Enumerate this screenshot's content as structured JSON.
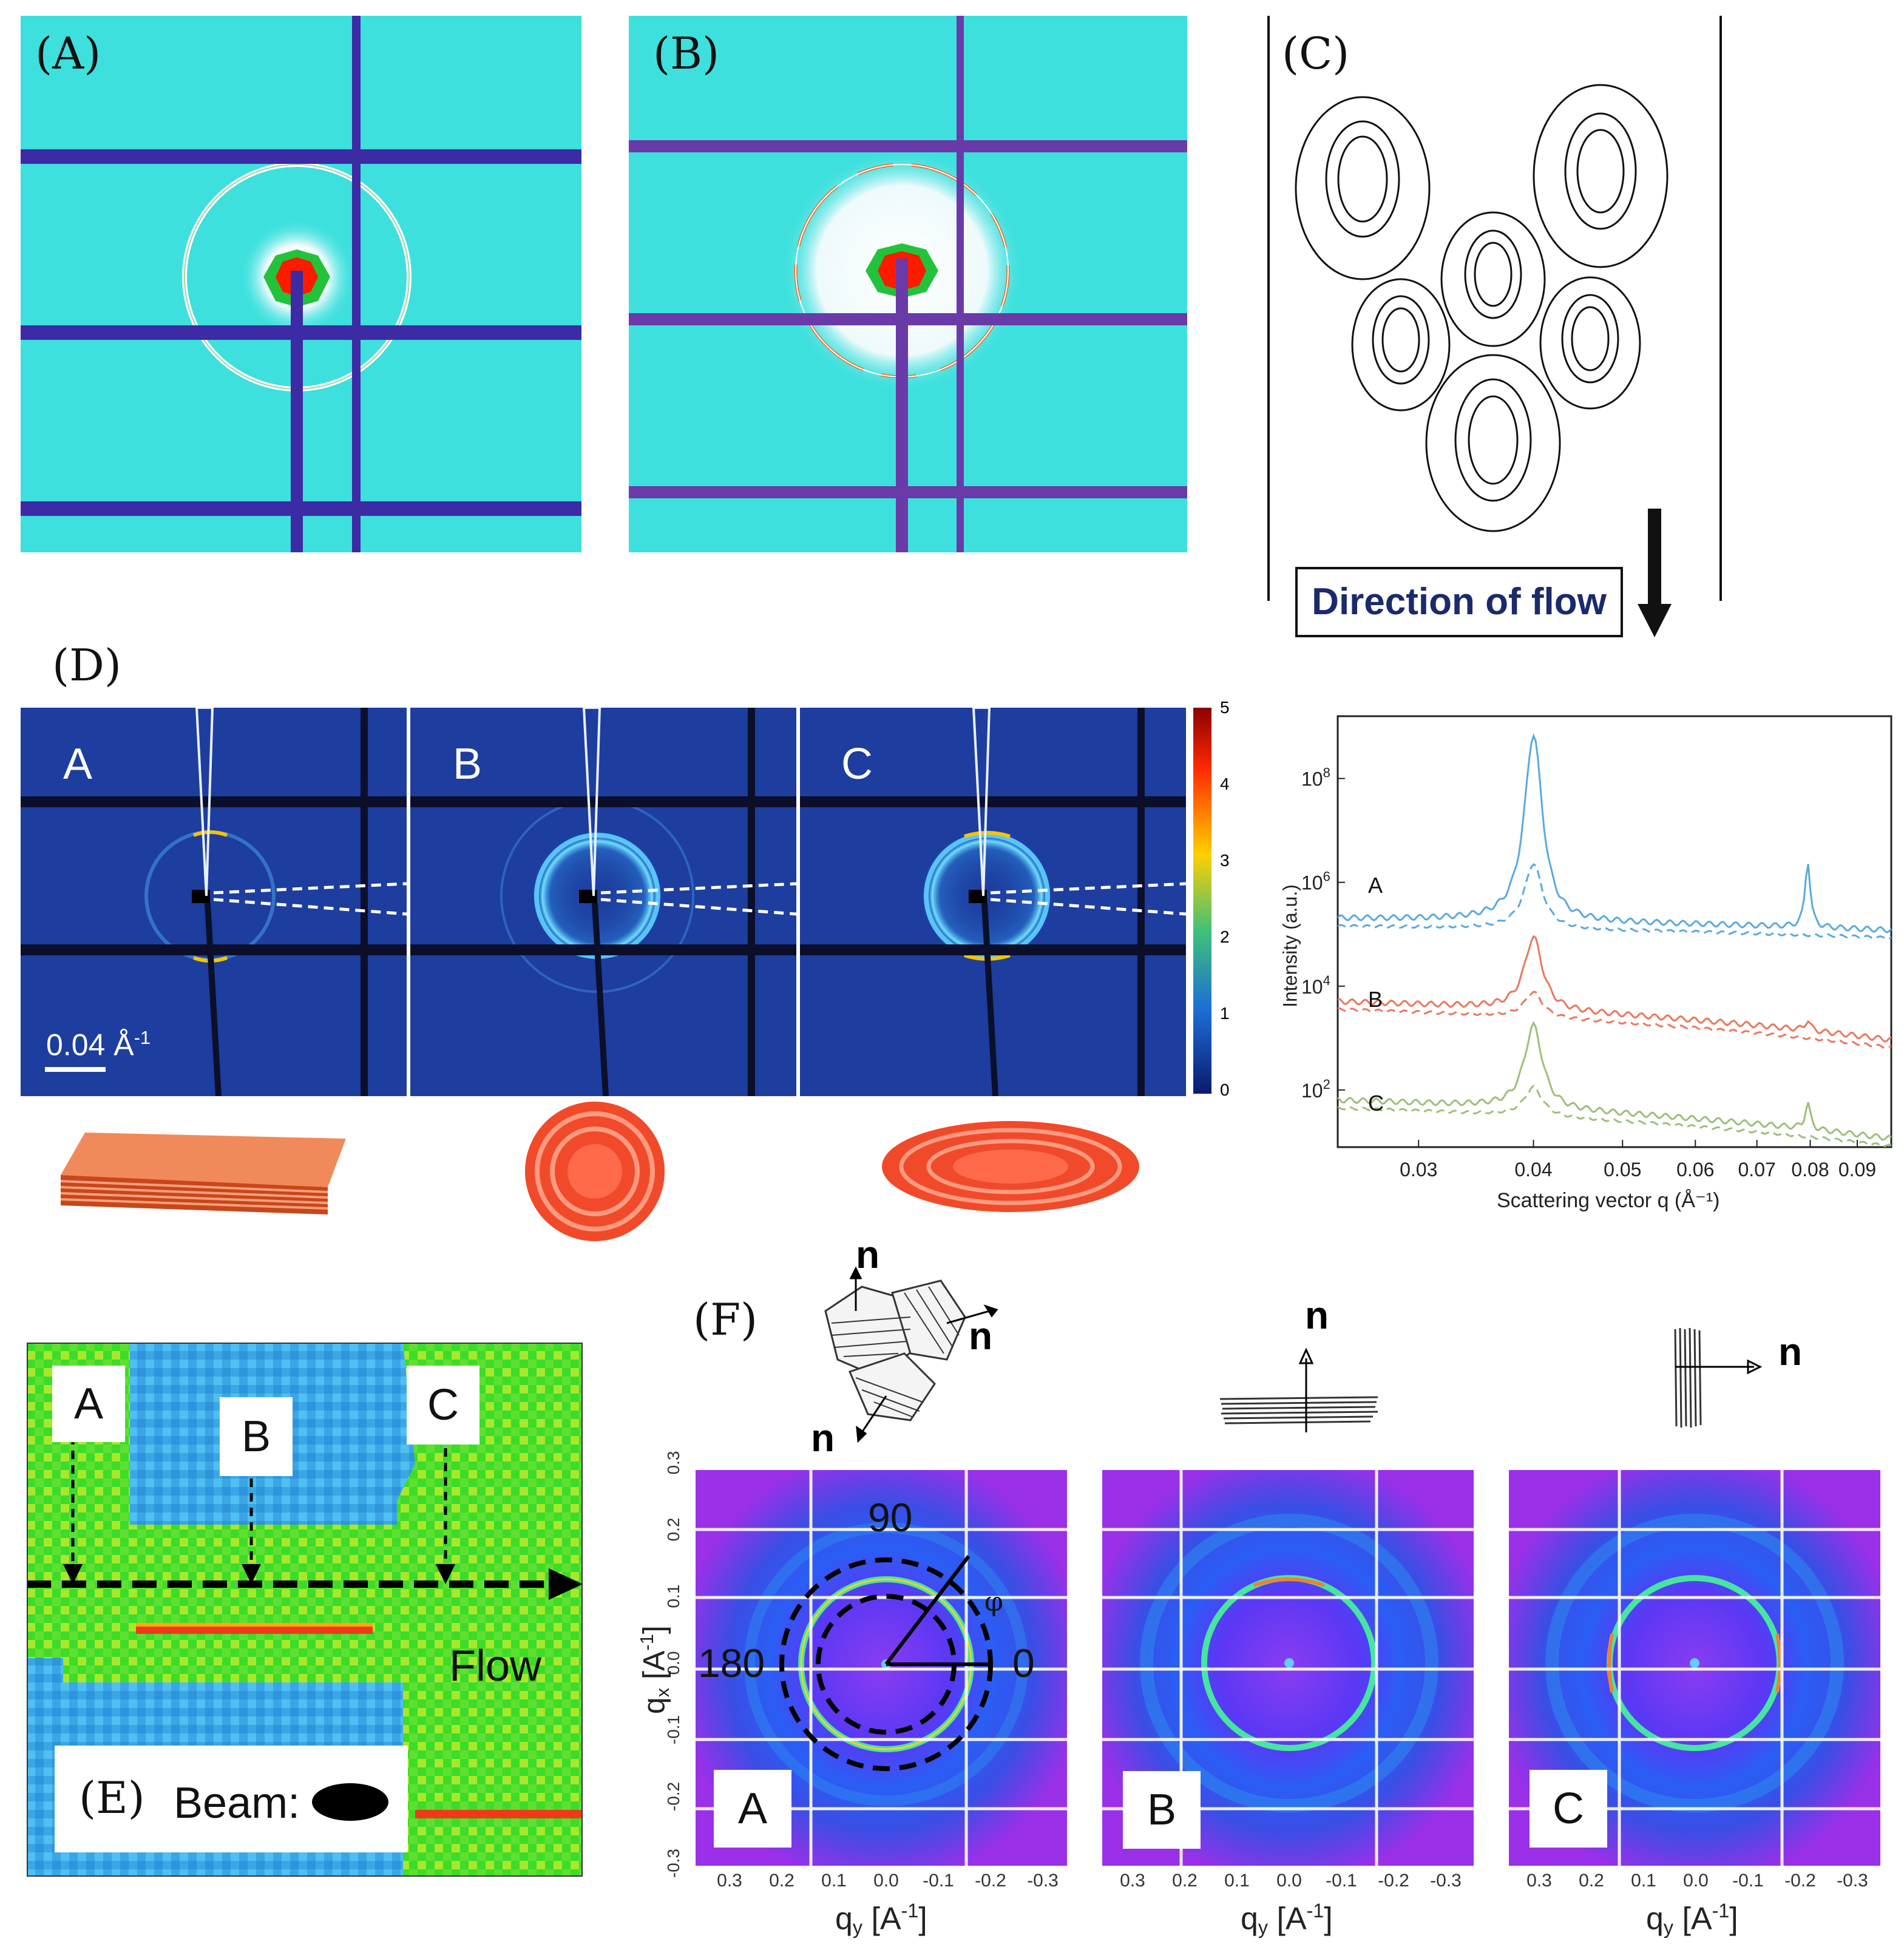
{
  "panels": {
    "a_label": "(A)",
    "b_label": "(B)",
    "c_label": "(C)",
    "d_label": "(D)",
    "e_label": "(E)",
    "f_label": "(F)"
  },
  "c_panel": {
    "flow_label": "Direction of flow"
  },
  "d_panel": {
    "sub_a": "A",
    "sub_b": "B",
    "sub_c": "C",
    "scale_bar": "0.04 Å",
    "scale_sup": "-1",
    "colorbar_ticks": [
      "5",
      "4",
      "3",
      "2",
      "1",
      "0"
    ],
    "colorbar_colors": [
      "#8b0000",
      "#ff2a00",
      "#ffd000",
      "#3ec07a",
      "#1d6fd6",
      "#0a1a6e"
    ]
  },
  "chart_data": {
    "type": "line",
    "title": "",
    "xlabel": "Scattering vector q (Å⁻¹)",
    "ylabel": "Intensity (a.u.)",
    "x_ticks": [
      "0.03",
      "0.04",
      "0.05",
      "0.06",
      "0.07",
      "0.08",
      "0.09"
    ],
    "y_ticks": [
      "10^8",
      "10^6",
      "10^4",
      "10^2"
    ],
    "xscale": "log",
    "yscale": "log",
    "series": [
      {
        "name": "A",
        "color": "#5aa9de",
        "peaks_q": [
          0.04,
          0.08
        ]
      },
      {
        "name": "B",
        "color": "#e8785c",
        "peaks_q": [
          0.04,
          0.08
        ]
      },
      {
        "name": "C",
        "color": "#9cbf79",
        "peaks_q": [
          0.04,
          0.08
        ]
      }
    ]
  },
  "e_panel": {
    "marker_a": "A",
    "marker_b": "B",
    "marker_c": "C",
    "flow_label": "Flow",
    "beam_label": "Beam:"
  },
  "f_panel": {
    "n_label": "n",
    "sub_a": "A",
    "sub_b": "B",
    "sub_c": "C",
    "angle_90": "90",
    "angle_180": "180",
    "angle_0": "0",
    "phi": "φ",
    "tick_labels": [
      "0.3",
      "0.2",
      "0.1",
      "0.0",
      "-0.1",
      "-0.2",
      "-0.3"
    ],
    "ytick_labels": [
      "0.3",
      "0.2",
      "0.1",
      "0.0",
      "-0.1",
      "-0.2",
      "-0.3"
    ],
    "qx_label": "q",
    "qx_sub": "x",
    "qy_label": "q",
    "qy_sub": "y",
    "unit": " [A",
    "unit_sup": "-1",
    "unit_close": "]"
  }
}
